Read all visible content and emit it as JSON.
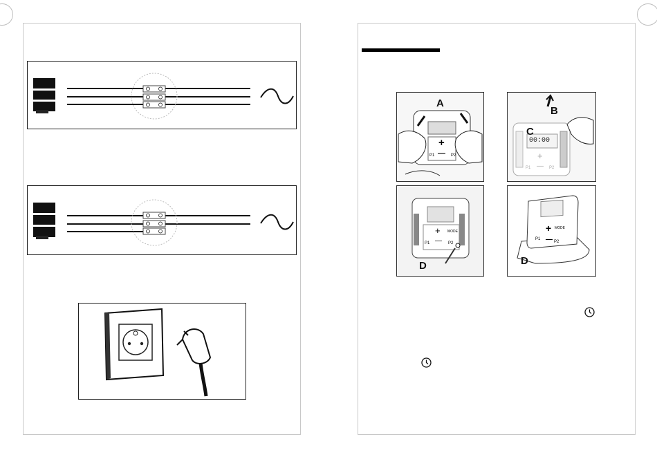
{
  "right_page": {
    "illustration_labels": {
      "a": "A",
      "b": "B",
      "c": "C",
      "d_wall": "D",
      "d_stand": "D"
    },
    "display_time": "00:00",
    "button_labels": {
      "plus": "+",
      "minus": "—",
      "p1": "P1",
      "p2": "P2",
      "mode": "MODE"
    },
    "inline_icons": [
      "clock-icon",
      "clock-icon"
    ]
  },
  "colors": {
    "line": "#111111",
    "page_border": "#c8c8c8",
    "photo_bg": "#f3f3f3"
  }
}
